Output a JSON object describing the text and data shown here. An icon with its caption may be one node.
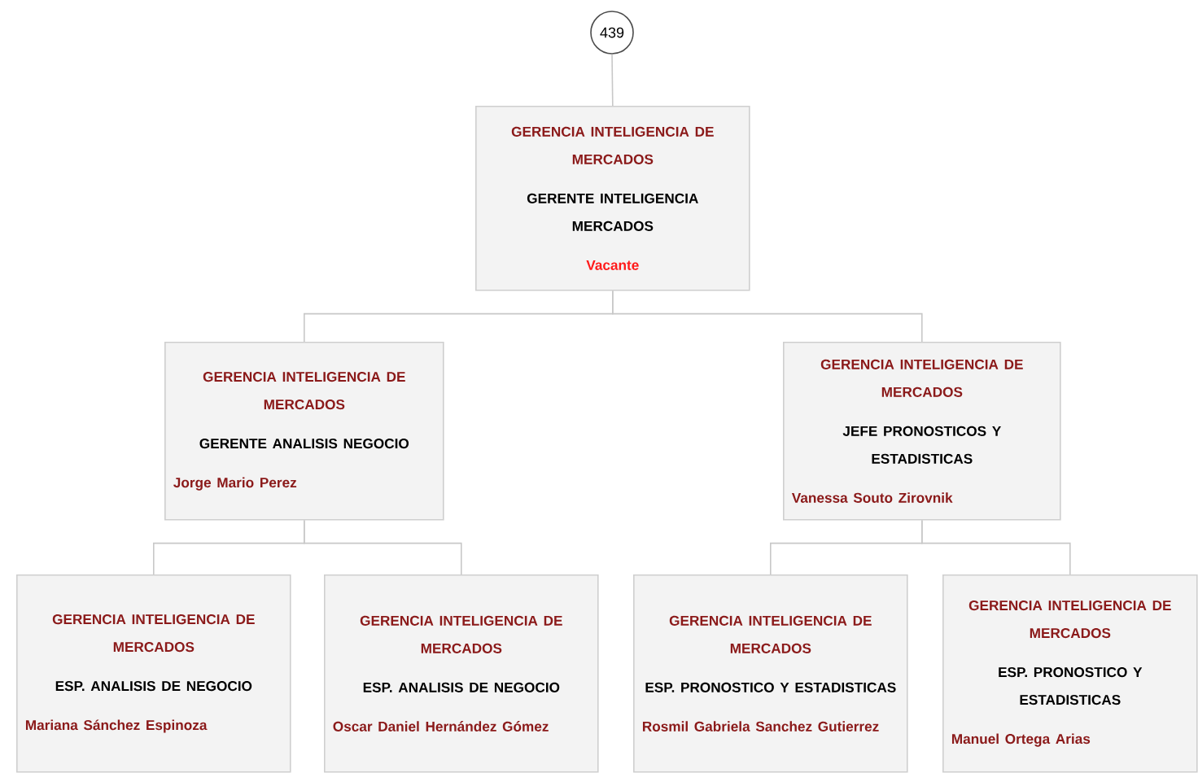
{
  "diagram": {
    "nodes": [
      {
        "text": [
          "439"
        ]
      },
      {
        "text": [
          "GERENCIA INTELIGENCIA DE MERCADOS",
          "GERENTE INTELIGENCIA MERCADOS",
          "Vacante"
        ]
      },
      {
        "text": [
          "GERENCIA INTELIGENCIA DE MERCADOS",
          "GERENTE ANALISIS NEGOCIO",
          "Jorge Mario Perez"
        ]
      },
      {
        "text": [
          "GERENCIA INTELIGENCIA DE MERCADOS",
          "JEFE PRONOSTICOS Y ESTADISTICAS",
          "Vanessa Souto Zirovnik"
        ]
      },
      {
        "text": [
          "GERENCIA INTELIGENCIA DE MERCADOS",
          "ESP. ANALISIS DE NEGOCIO",
          "Mariana Sánchez Espinoza"
        ]
      },
      {
        "text": [
          "GERENCIA INTELIGENCIA DE MERCADOS",
          "ESP. ANALISIS DE NEGOCIO",
          "Oscar Daniel Hernández Gómez"
        ]
      },
      {
        "text": [
          "GERENCIA INTELIGENCIA DE MERCADOS",
          "ESP. PRONOSTICO Y ESTADISTICAS",
          "Rosmil Gabriela Sanchez Gutierrez"
        ]
      },
      {
        "text": [
          "GERENCIA INTELIGENCIA DE MERCADOS",
          "ESP. PRONOSTICO Y ESTADISTICAS",
          "Manuel Ortega Arias"
        ]
      }
    ],
    "edges": [
      {
        "from": 0,
        "to": 1,
        "arrow": "none"
      },
      {
        "from": 1,
        "to": 2,
        "arrow": "none"
      },
      {
        "from": 1,
        "to": 3,
        "arrow": "none"
      },
      {
        "from": 2,
        "to": 4,
        "arrow": "none"
      },
      {
        "from": 2,
        "to": 5,
        "arrow": "none"
      },
      {
        "from": 3,
        "to": 6,
        "arrow": "none"
      },
      {
        "from": 3,
        "to": 7,
        "arrow": "none"
      }
    ]
  }
}
